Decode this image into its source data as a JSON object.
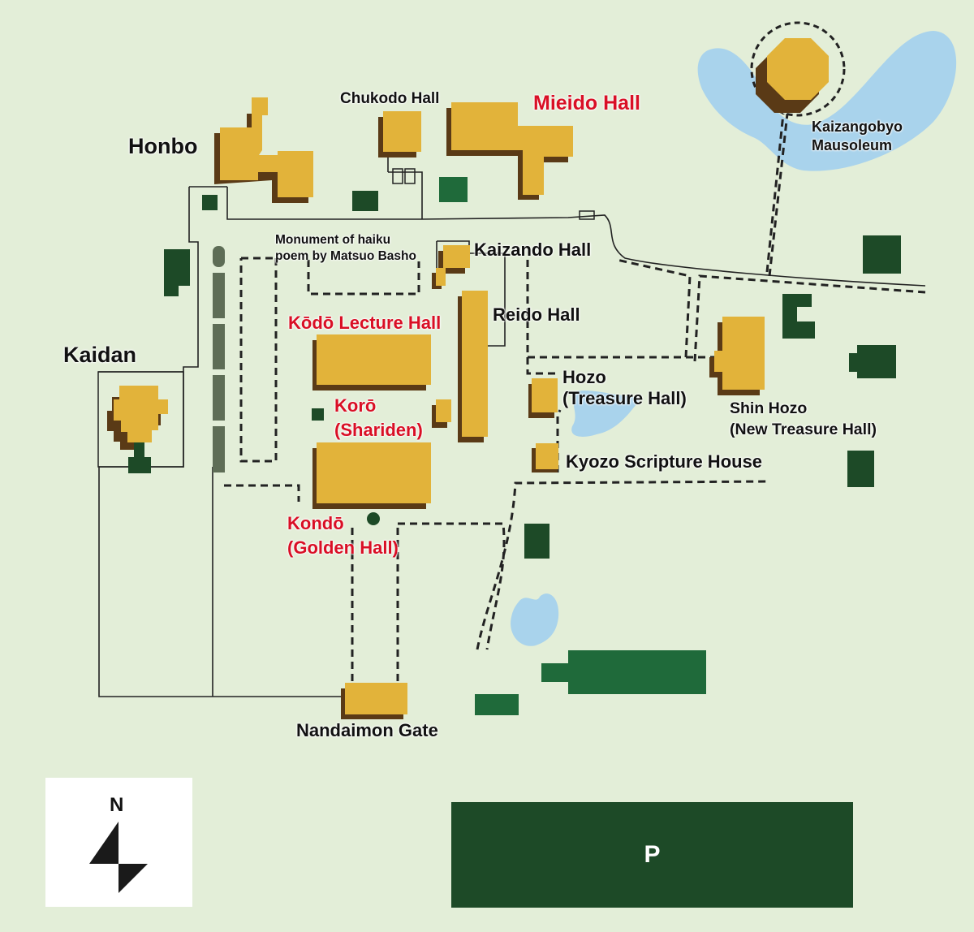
{
  "labels": {
    "honbo": "Honbo",
    "chukodo": "Chukodo Hall",
    "mieido": "Mieido Hall",
    "kaizangobyo": "Kaizangobyo\nMausoleum",
    "monument": "Monument of haiku\npoem by Matsuo Basho",
    "kaizando": "Kaizando Hall",
    "reido": "Reido Hall",
    "kodo": "Kōdō Lecture Hall",
    "kaidan": "Kaidan",
    "koro": "Korō\n(Shariden)",
    "hozo": "Hozo\n(Treasure Hall)",
    "shin_hozo": "Shin Hozo\n(New Treasure Hall)",
    "kyozo": "Kyozo Scripture House",
    "kondo": "Kondō\n(Golden Hall)",
    "nandaimon": "Nandaimon Gate",
    "parking": "P"
  },
  "compass": {
    "north_label": "N"
  },
  "colors": {
    "background": "#e3eed8",
    "building": "#e2b33a",
    "highlight_label": "#d90f25",
    "water": "#a9d3ec",
    "green_area": "#1d4a27"
  }
}
